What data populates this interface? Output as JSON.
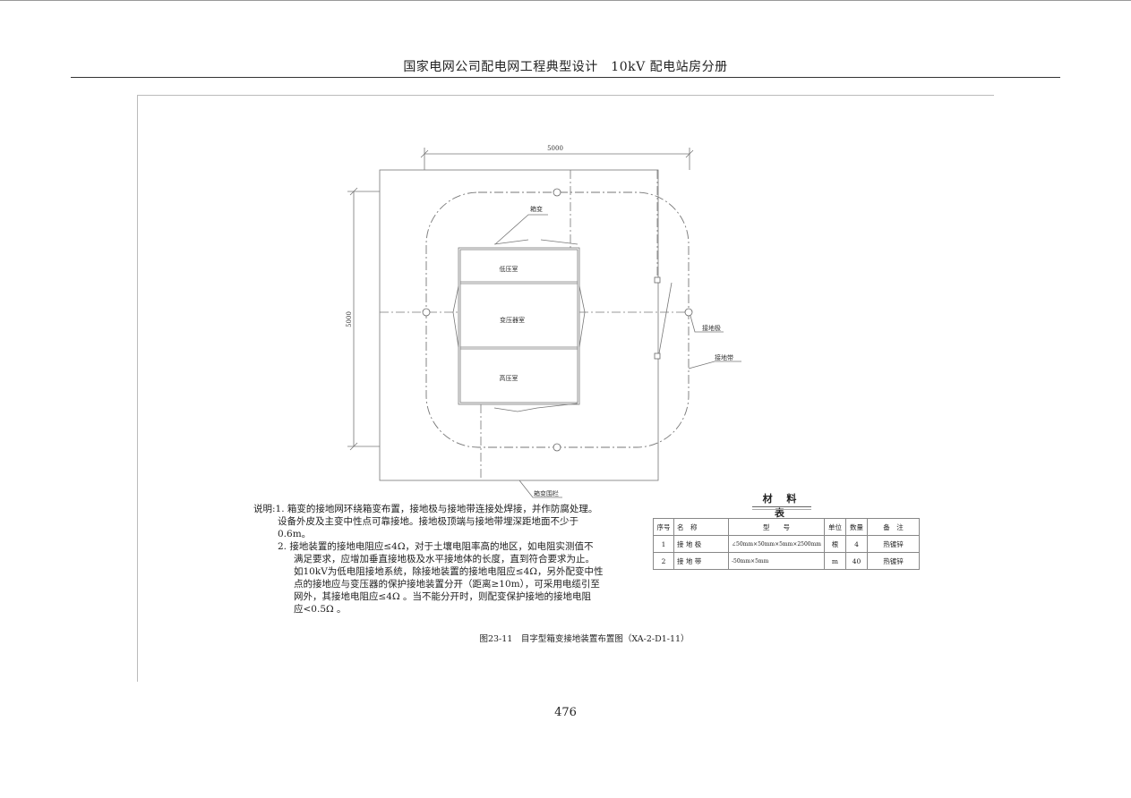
{
  "header": {
    "title": "国家电网公司配电网工程典型设计　10kV 配电站房分册"
  },
  "drawing": {
    "dim_width": "5000",
    "dim_height": "5000",
    "labels": {
      "box_transformer": "箱变",
      "low_voltage_room": "低压室",
      "transformer_room": "变压器室",
      "high_voltage_room": "高压室",
      "ground_electrode": "接地极",
      "ground_strip": "接地带",
      "fence": "箱变围栏"
    }
  },
  "notes": {
    "prefix": "说明:",
    "lines": [
      "1. 箱变的接地网环绕箱变布置，接地极与接地带连接处焊接，并作防腐处理。",
      "设备外皮及主变中性点可靠接地。接地极顶端与接地带埋深距地面不少于",
      "0.6m。",
      "2. 接地装置的接地电阻应≤4Ω，对于土壤电阻率高的地区，如电阻实测值不",
      "满足要求，应增加垂直接地极及水平接地体的长度，直到符合要求为止。",
      "如10kV为低电阻接地系统，除接地装置的接地电阻应≤4Ω，另外配变中性",
      "点的接地应与变压器的保护接地装置分开（距离≥10m），可采用电缆引至",
      "网外，其接地电阻应≤4Ω 。当不能分开时，则配变保护接地的接地电阻",
      "应<0.5Ω 。"
    ]
  },
  "materials": {
    "title": "材 料 表",
    "headers": [
      "序号",
      "名　称",
      "型　　号",
      "单位",
      "数量",
      "备　注"
    ],
    "rows": [
      [
        "1",
        "接 地 极",
        "∠50mm×50mm×5mm×2500mm",
        "根",
        "4",
        "热镀锌"
      ],
      [
        "2",
        "接 地 带",
        "-50mm×5mm",
        "m",
        "40",
        "热镀锌"
      ]
    ]
  },
  "caption": "图23-11　目字型箱变接地装置布置图（XA-2-D1-11）",
  "page_number": "476"
}
